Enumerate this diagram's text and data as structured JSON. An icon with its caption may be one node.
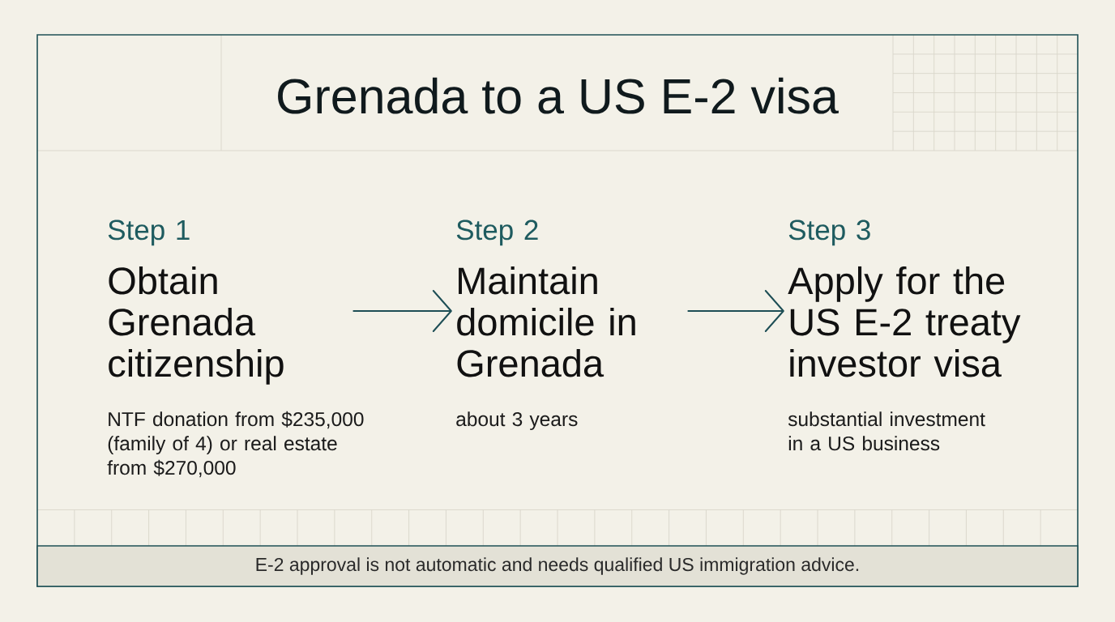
{
  "diagram": {
    "title": "Grenada to a US E-2 visa",
    "nodes": [
      {
        "text": [
          "Step 1",
          "Obtain Grenada citizenship"
        ],
        "beside": [
          "NTF donation from $235,000 (family of 4) or real estate from $270,000"
        ]
      },
      {
        "text": [
          "Step 2",
          "Maintain domicile in Grenada"
        ],
        "beside": [
          "about 3 years"
        ]
      },
      {
        "text": [
          "Step 3",
          "Apply for the US E-2 treaty investor visa"
        ],
        "beside": [
          "substantial investment in a US business"
        ]
      },
      {
        "text": [
          "E-2 approval is not automatic and needs qualified US immigration advice."
        ]
      }
    ],
    "edges": [
      {
        "from": 0,
        "to": 1,
        "arrow": "to"
      },
      {
        "from": 1,
        "to": 2,
        "arrow": "to"
      }
    ]
  }
}
